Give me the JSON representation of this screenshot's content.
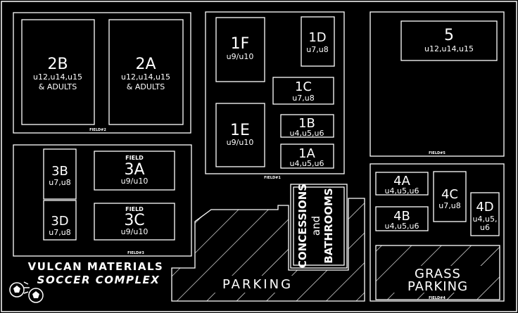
{
  "fields": {
    "f1": {
      "label": "FIELD#1"
    },
    "f2": {
      "label": "FIELD#2"
    },
    "f3": {
      "label": "FIELD#3"
    },
    "f4": {
      "label": "FIELD#4"
    },
    "f5": {
      "label": "FIELD#5"
    }
  },
  "plots": {
    "p2B": {
      "name": "2B",
      "ages": "u12,u14,u15",
      "extra": "& ADULTS"
    },
    "p2A": {
      "name": "2A",
      "ages": "u12,u14,u15",
      "extra": "& ADULTS"
    },
    "p1F": {
      "name": "1F",
      "ages": "u9/u10"
    },
    "p1D": {
      "name": "1D",
      "ages": "u7,u8"
    },
    "p1C": {
      "name": "1C",
      "ages": "u7,u8"
    },
    "p1E": {
      "name": "1E",
      "ages": "u9/u10"
    },
    "p1B": {
      "name": "1B",
      "ages": "u4,u5,u6"
    },
    "p1A": {
      "name": "1A",
      "ages": "u4,u5,u6"
    },
    "p5": {
      "name": "5",
      "ages": "u12,u14,u15"
    },
    "p3B": {
      "name": "3B",
      "ages": "u7,u8"
    },
    "p3A": {
      "name": "3A",
      "ages": "u9/u10",
      "tag": "FIELD"
    },
    "p3D": {
      "name": "3D",
      "ages": "u7,u8"
    },
    "p3C": {
      "name": "3C",
      "ages": "u9/u10",
      "tag": "FIELD"
    },
    "p4A": {
      "name": "4A",
      "ages": "u4,u5,u6"
    },
    "p4C": {
      "name": "4C",
      "ages": "u7,u8"
    },
    "p4B": {
      "name": "4B",
      "ages": "u4,u5,u6"
    },
    "p4D": {
      "name": "4D",
      "ages_line1": "u4,u5,",
      "ages_line2": "u6"
    }
  },
  "buildings": {
    "concessions_line1": "CONCESSIONS",
    "concessions_line2": "and",
    "concessions_line3": "BATHROOMS"
  },
  "parking": {
    "main": "PARKING",
    "grass_line1": "GRASS",
    "grass_line2": "PARKING"
  },
  "title": {
    "line1": "VULCAN MATERIALS",
    "line2": "SOCCER COMPLEX"
  },
  "icons": {
    "logo": "soccer-ball-icon"
  },
  "colors": {
    "background": "#000000",
    "lines": "#ffffff"
  }
}
